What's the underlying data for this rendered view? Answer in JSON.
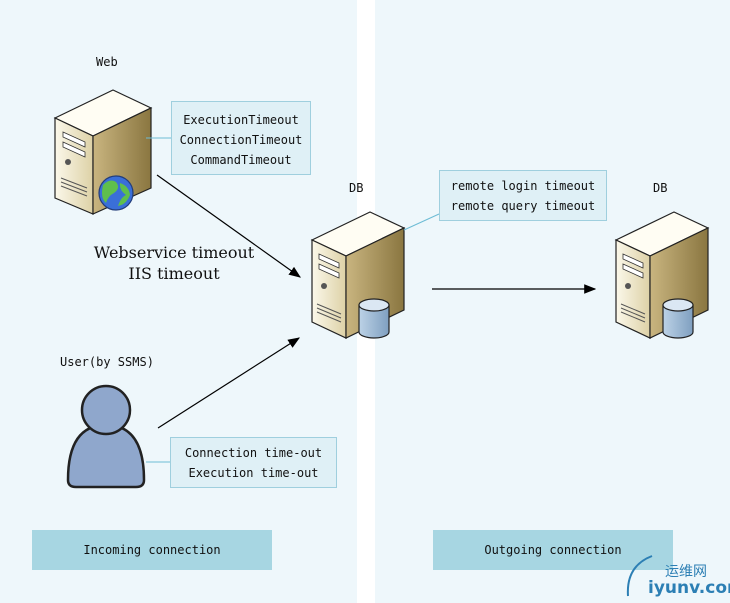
{
  "web": {
    "label": "Web"
  },
  "db_center": {
    "label": "DB"
  },
  "db_right": {
    "label": "DB"
  },
  "user": {
    "label": "User(by SSMS)"
  },
  "web_callout": {
    "lines": [
      "ExecutionTimeout",
      "ConnectionTimeout",
      "CommandTimeout"
    ]
  },
  "remote_callout": {
    "lines": [
      "remote login timeout",
      "remote query timeout"
    ]
  },
  "user_callout": {
    "lines": [
      "Connection time-out",
      "Execution time-out"
    ]
  },
  "webservice_text": {
    "lines": [
      "Webservice timeout",
      "IIS timeout"
    ]
  },
  "footers": {
    "incoming": "Incoming connection",
    "outgoing": "Outgoing connection"
  },
  "watermark": {
    "cn": "运维网",
    "en": "iyunv.com"
  },
  "icons": [
    "server-icon",
    "globe-icon",
    "database-icon",
    "user-icon",
    "arrow-icon"
  ],
  "colors": {
    "panel": "#eef7fb",
    "callout_fill": "#dff0f6",
    "callout_border": "#9fcfde",
    "footer": "#a7d6e2",
    "user_body": "#8fa7cc"
  }
}
